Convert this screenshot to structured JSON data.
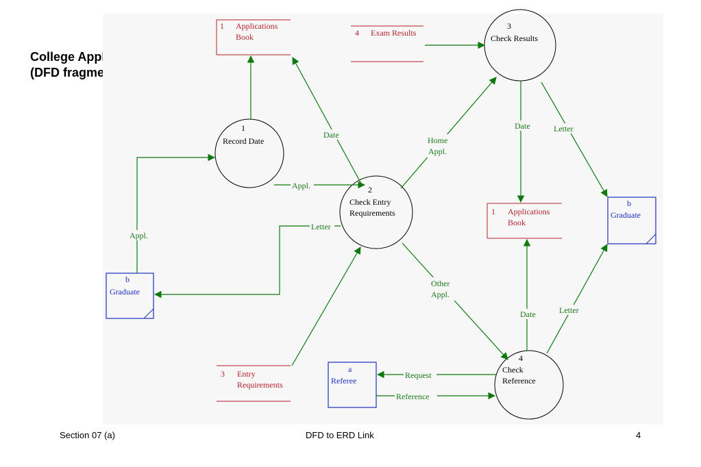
{
  "title": "College Applications\n(DFD fragment)",
  "processes": [
    {
      "id": "p1",
      "num": "1",
      "lines": [
        "Record Date"
      ]
    },
    {
      "id": "p2",
      "num": "2",
      "lines": [
        "Check Entry",
        "Requirements"
      ]
    },
    {
      "id": "p3",
      "num": "3",
      "lines": [
        "Check Results"
      ]
    },
    {
      "id": "p4",
      "num": "4",
      "lines": [
        "Check",
        "Reference"
      ]
    }
  ],
  "stores": [
    {
      "id": "s1a",
      "num": "1",
      "lines": [
        "Applications",
        "Book"
      ]
    },
    {
      "id": "s4",
      "num": "4",
      "lines": [
        "Exam Results"
      ]
    },
    {
      "id": "s1b",
      "num": "1",
      "lines": [
        "Applications",
        "Book"
      ]
    },
    {
      "id": "s3",
      "num": "3",
      "lines": [
        "Entry",
        "Requirements"
      ]
    }
  ],
  "entities": [
    {
      "id": "eb1",
      "code": "b",
      "name": "Graduate"
    },
    {
      "id": "eb2",
      "code": "b",
      "name": "Graduate"
    },
    {
      "id": "ea",
      "code": "a",
      "name": "Referee"
    }
  ],
  "flows": [
    {
      "id": "f1",
      "lines": [
        "Appl."
      ]
    },
    {
      "id": "f2",
      "lines": [
        "Appl."
      ]
    },
    {
      "id": "f3",
      "lines": [
        "Date"
      ]
    },
    {
      "id": "f4",
      "lines": [
        "Letter"
      ]
    },
    {
      "id": "f5",
      "lines": [
        "Home",
        "Appl."
      ]
    },
    {
      "id": "f6",
      "lines": [
        "Other",
        "Appl."
      ]
    },
    {
      "id": "f7",
      "lines": [
        "Date"
      ]
    },
    {
      "id": "f8",
      "lines": [
        "Letter"
      ]
    },
    {
      "id": "f9",
      "lines": [
        "Date"
      ]
    },
    {
      "id": "f10",
      "lines": [
        "Letter"
      ]
    },
    {
      "id": "f11",
      "lines": [
        "Request"
      ]
    },
    {
      "id": "f12",
      "lines": [
        "Reference"
      ]
    }
  ],
  "footer": {
    "left": "Section 07 (a)",
    "center": "DFD to ERD Link",
    "right": "4"
  },
  "colors": {
    "flow": "#1a7a1a",
    "store": "#b3212a",
    "entity": "#1f2fbf",
    "process": "#000000",
    "background": "#f7f7f7"
  }
}
